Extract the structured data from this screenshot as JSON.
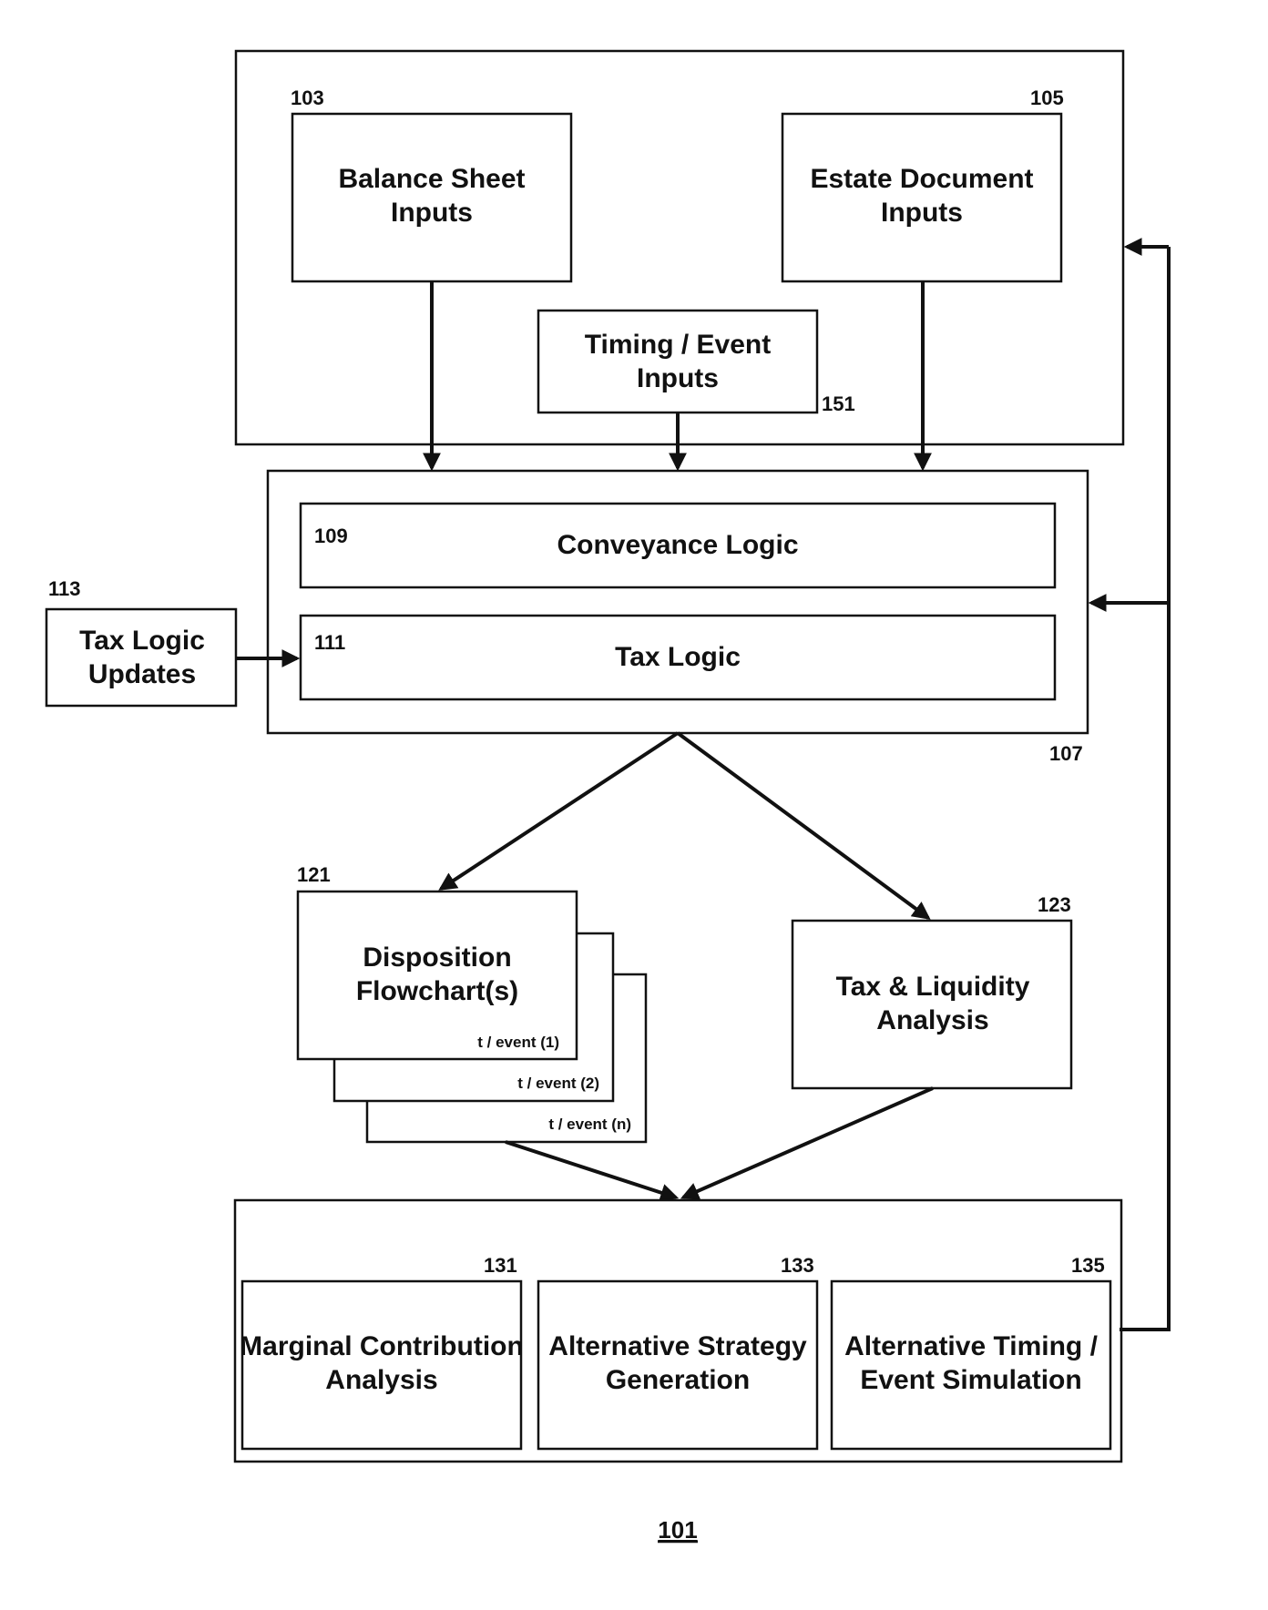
{
  "colors": {
    "stroke": "#111111",
    "background": "#ffffff"
  },
  "figure_number": "101",
  "input_group": {
    "balance_sheet": {
      "ref": "103",
      "line1": "Balance Sheet",
      "line2": "Inputs"
    },
    "estate_document": {
      "ref": "105",
      "line1": "Estate Document",
      "line2": "Inputs"
    },
    "timing_event": {
      "ref": "151",
      "line1": "Timing / Event",
      "line2": "Inputs"
    }
  },
  "logic_engine": {
    "ref": "107",
    "conveyance": {
      "ref": "109",
      "label": "Conveyance Logic"
    },
    "tax": {
      "ref": "111",
      "label": "Tax Logic"
    }
  },
  "tax_logic_updates": {
    "ref": "113",
    "line1": "Tax Logic",
    "line2": "Updates"
  },
  "disposition": {
    "ref": "121",
    "line1": "Disposition",
    "line2": "Flowchart(s)",
    "events": [
      "t / event (1)",
      "t / event (2)",
      "t / event (n)"
    ]
  },
  "tax_liquidity": {
    "ref": "123",
    "line1": "Tax & Liquidity",
    "line2": "Analysis"
  },
  "analysis_group": {
    "marginal": {
      "ref": "131",
      "line1": "Marginal Contribution",
      "line2": "Analysis"
    },
    "strategy": {
      "ref": "133",
      "line1": "Alternative Strategy",
      "line2": "Generation"
    },
    "timing": {
      "ref": "135",
      "line1": "Alternative Timing /",
      "line2": "Event Simulation"
    }
  }
}
